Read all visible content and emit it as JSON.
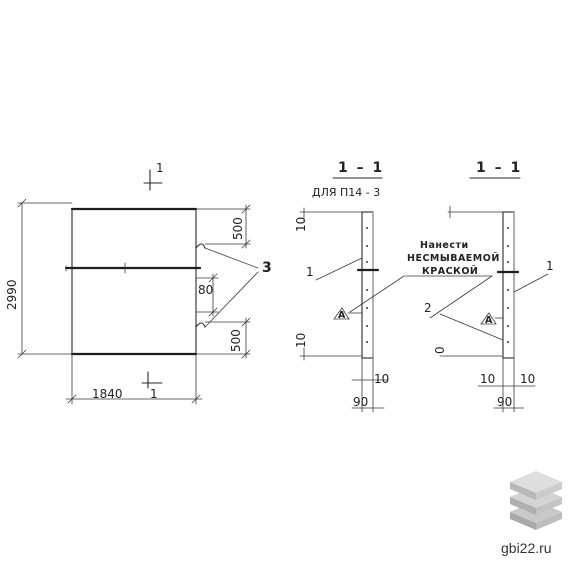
{
  "plan": {
    "section_mark": "1",
    "dim_height": "2990",
    "dim_width": "1840",
    "dim_top_loop": "500",
    "dim_bottom_loop": "500",
    "dim_gap": "80",
    "label_loops": "3"
  },
  "section_left": {
    "title": "1 – 1",
    "subtitle": "ДЛЯ П14 - 3",
    "dim_top": "10",
    "dim_bottom": "10",
    "dim_side": "10",
    "dim_thickness": "90",
    "label_item": "1",
    "triangle_mark": "А"
  },
  "section_right": {
    "title": "1 – 1",
    "dim_bottom": "0",
    "dim_left": "10",
    "dim_right": "10",
    "dim_thickness": "90",
    "label_item_1": "1",
    "label_item_2": "2",
    "triangle_mark": "А"
  },
  "note": {
    "line1": "Нанести",
    "line2": "НЕСМЫВАЕМОЙ",
    "line3": "КРАСКОЙ"
  },
  "watermark": {
    "site": "gbi22.ru"
  }
}
